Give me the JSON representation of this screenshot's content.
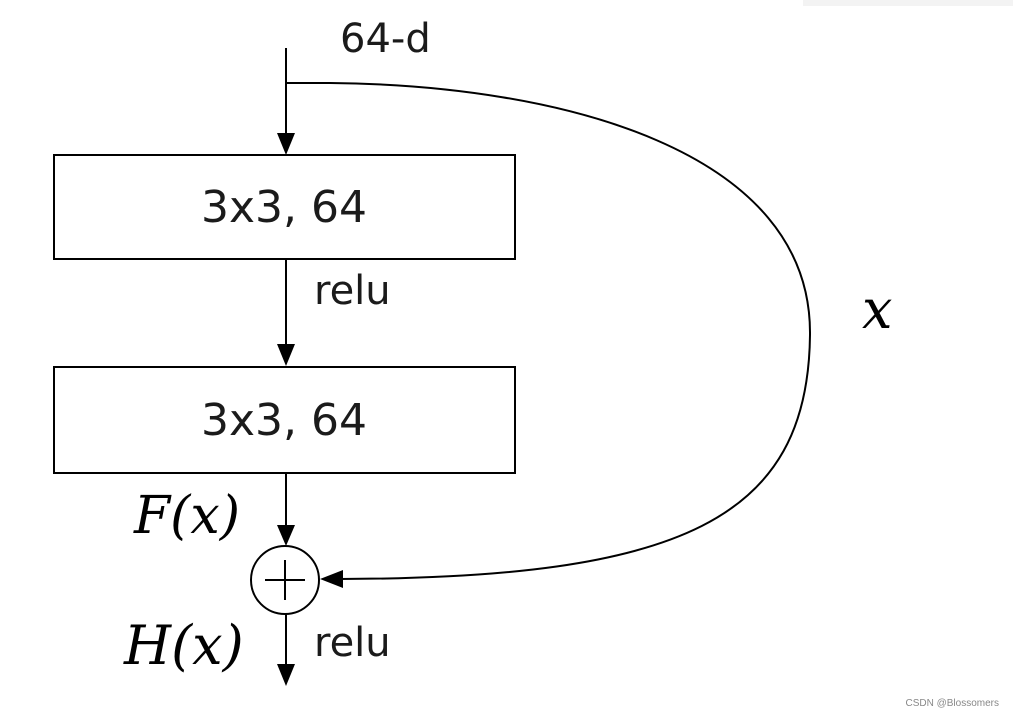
{
  "diagram": {
    "input_label": "64-d",
    "layer1_label": "3x3, 64",
    "activation1_label": "relu",
    "layer2_label": "3x3, 64",
    "residual_label": "F(x)",
    "identity_label": "x",
    "sum_symbol": "+",
    "output_label": "H(x)",
    "activation2_label": "relu"
  },
  "watermark": "CSDN @Blossomers"
}
